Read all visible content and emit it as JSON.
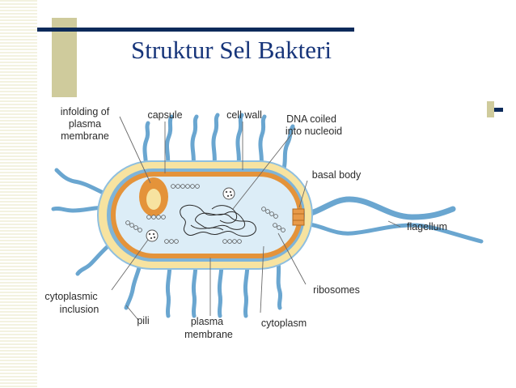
{
  "slide": {
    "title": "Struktur Sel Bakteri"
  },
  "diagram": {
    "labels": {
      "infolding_line1": "infolding of",
      "infolding_line2": "plasma",
      "infolding_line3": "membrane",
      "capsule": "capsule",
      "cell_wall": "cell wall",
      "dna_line1": "DNA coiled",
      "dna_line2": "into nucleoid",
      "basal_body": "basal body",
      "flagellum": "flagellum",
      "ribosomes": "ribosomes",
      "cytoplasm": "cytoplasm",
      "plasma_membrane_line1": "plasma",
      "plasma_membrane_line2": "membrane",
      "pili": "pili",
      "inclusion_line1": "cytoplasmic",
      "inclusion_line2": "inclusion"
    },
    "colors": {
      "capsule": "#f7e3a0",
      "cell_wall": "#7fb4d8",
      "membrane": "#e4933a",
      "cytoplasm": "#dcedf7",
      "appendages": "#6aa6d0"
    }
  }
}
